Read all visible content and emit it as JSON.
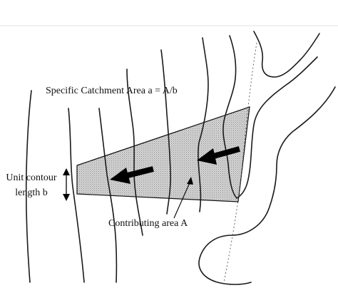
{
  "diagram": {
    "title_label": "Specific Catchment Area  a = A/b",
    "unit_contour_line1": "Unit contour",
    "unit_contour_line2": "length b",
    "contributing_area_label": "Contributing area A",
    "colors": {
      "ink": "#111111",
      "contour": "#1a1a1a",
      "shade": "#c9c9c9",
      "top_rule": "#e2e2e2",
      "background": "#ffffff"
    }
  }
}
